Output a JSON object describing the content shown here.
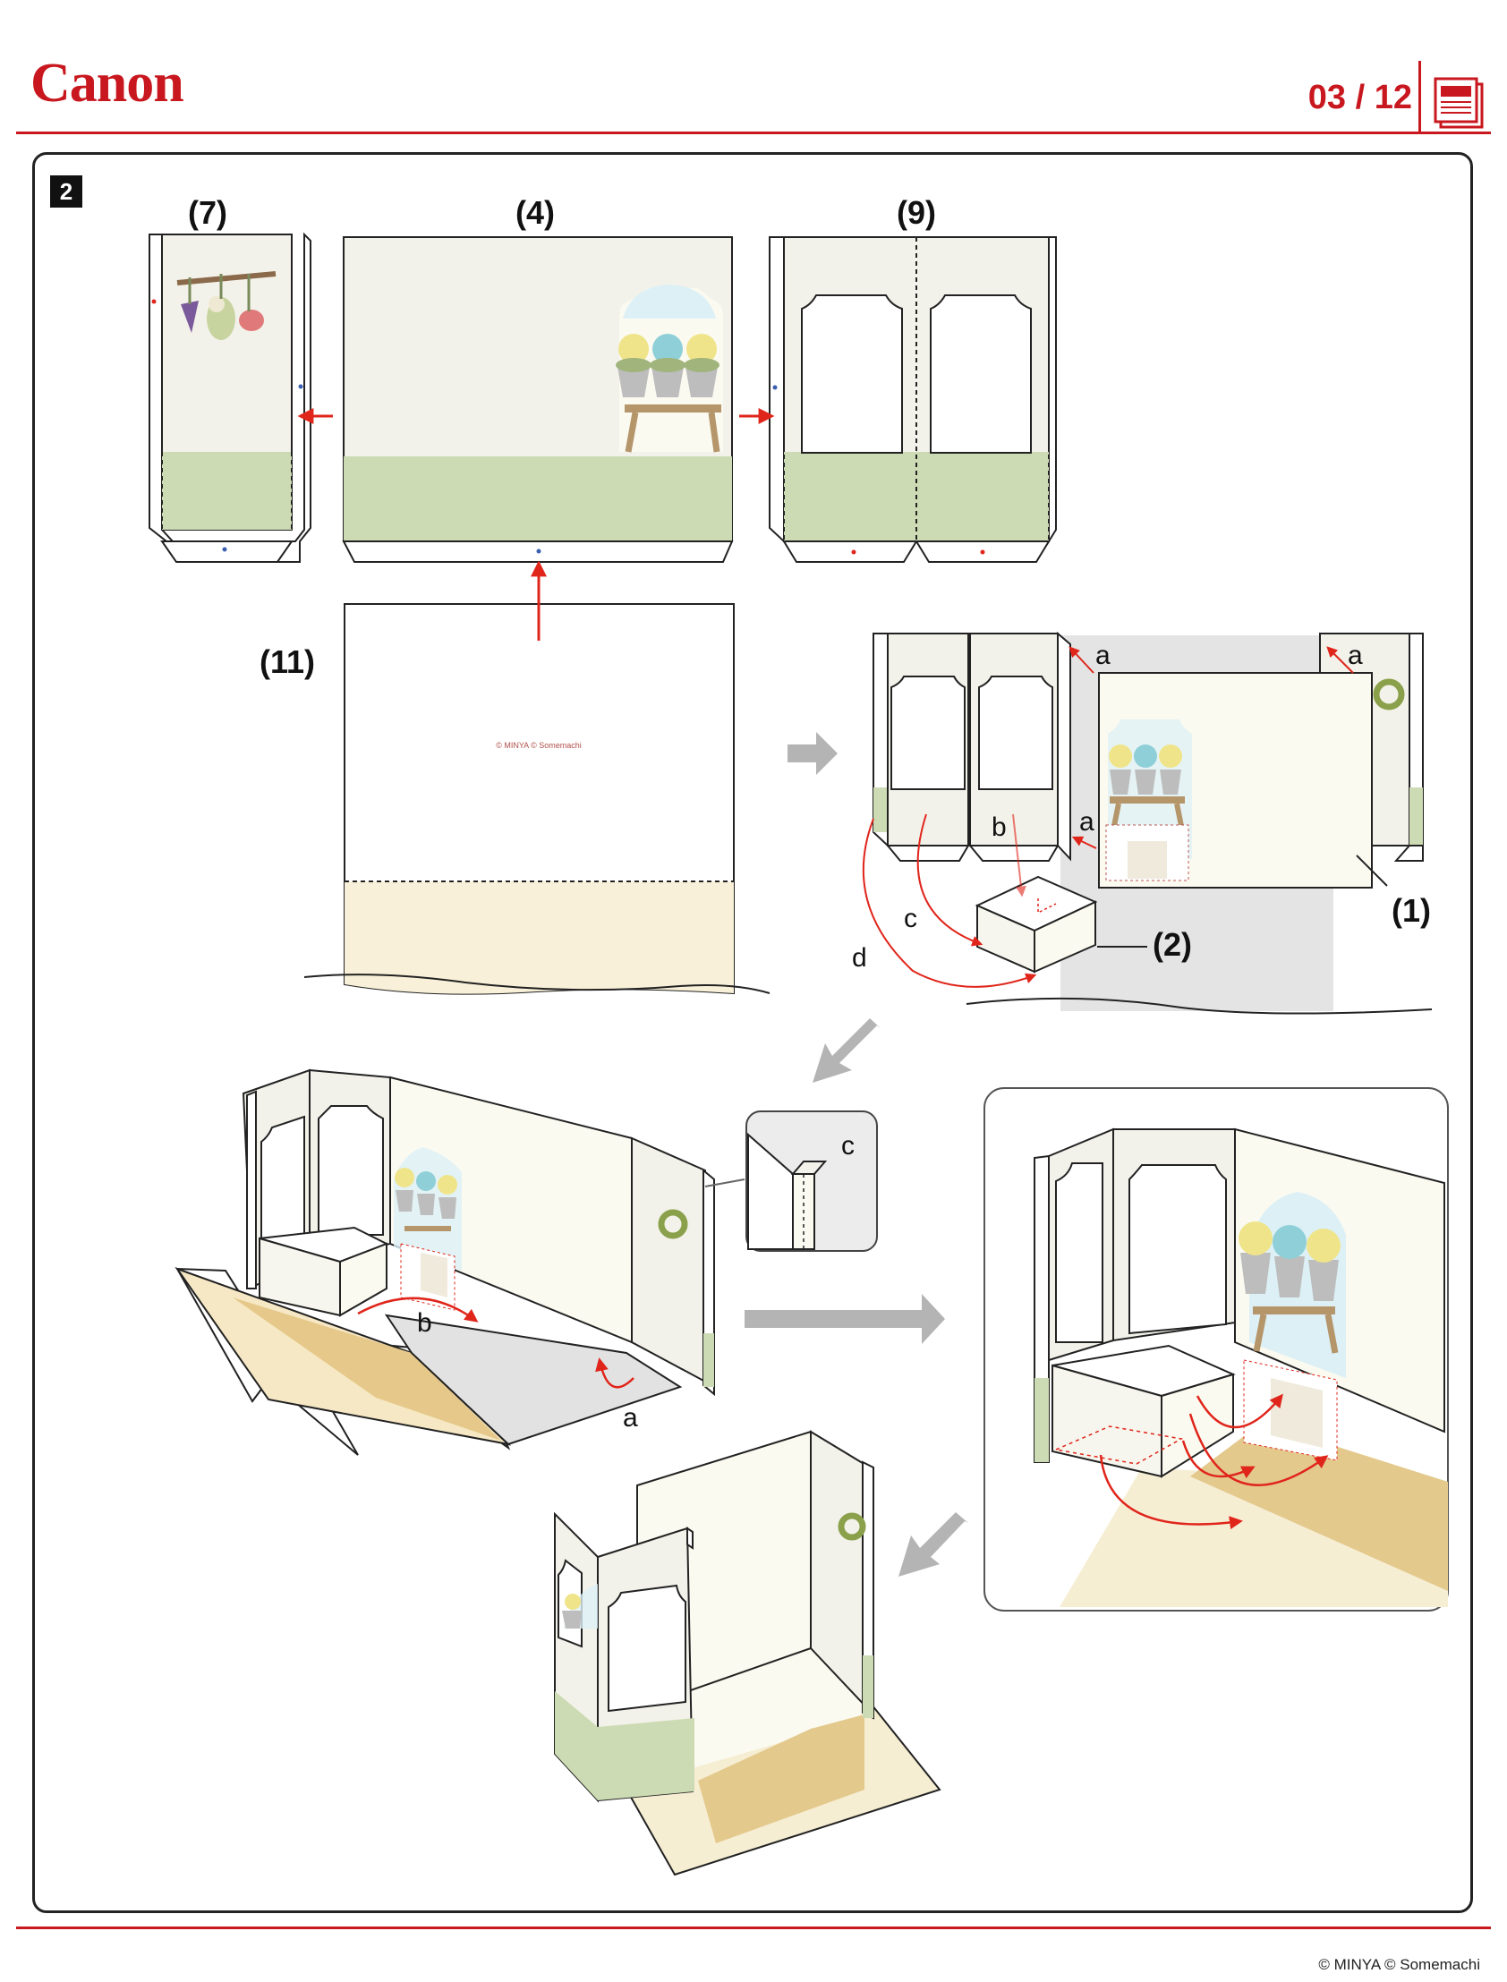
{
  "header": {
    "brand": "Canon",
    "page_number": "03 / 12",
    "icon": "document-stack-icon"
  },
  "step": {
    "number": "2"
  },
  "parts": {
    "p7": "(7)",
    "p4": "(4)",
    "p9": "(9)",
    "p11": "(11)",
    "p1": "(1)",
    "p2": "(2)"
  },
  "letters": {
    "a": "a",
    "b": "b",
    "c": "c",
    "d": "d"
  },
  "sheet_credit": "© MINYA  © Somemachi",
  "footer": {
    "copyright": "© MINYA  © Somemachi"
  },
  "colors": {
    "accent": "#c8171e",
    "arrow_red": "#e0251b",
    "grass": "#cddbb4",
    "wall": "#f3f2ea",
    "floor": "#e4c98d",
    "floor_light": "#f6eed3",
    "gray_arrow": "#b4b4b4"
  }
}
